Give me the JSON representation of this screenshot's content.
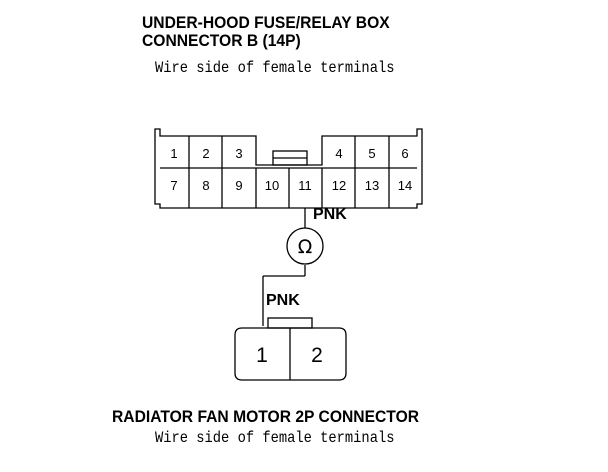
{
  "top_connector": {
    "title_line1": "UNDER-HOOD FUSE/RELAY BOX",
    "title_line2": "CONNECTOR B (14P)",
    "subtitle": "Wire side of female terminals",
    "pins_top": [
      "1",
      "2",
      "3",
      "4",
      "5",
      "6"
    ],
    "pins_bottom": [
      "7",
      "8",
      "9",
      "10",
      "11",
      "12",
      "13",
      "14"
    ]
  },
  "wire_labels": {
    "upper": "PNK",
    "lower": "PNK"
  },
  "meter": {
    "symbol": "Ω",
    "icon": "ohmmeter-icon"
  },
  "bottom_connector": {
    "pins": [
      "1",
      "2"
    ],
    "title": "RADIATOR FAN MOTOR 2P CONNECTOR",
    "subtitle": "Wire side of female terminals"
  }
}
